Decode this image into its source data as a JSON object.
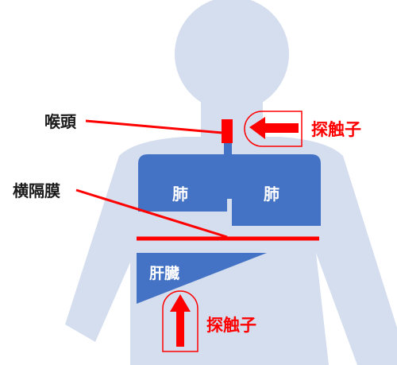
{
  "labels": {
    "larynx": "喉頭",
    "diaphragm": "横隔膜",
    "lung_left": "肺",
    "lung_right": "肺",
    "liver": "肝臓",
    "probe_top": "探触子",
    "probe_bottom": "探触子"
  },
  "colors": {
    "body": "#d5deef",
    "organ": "#4472c4",
    "red": "#ff0000",
    "label_dark": "#1a1a1a",
    "organ_text": "#ffffff"
  }
}
